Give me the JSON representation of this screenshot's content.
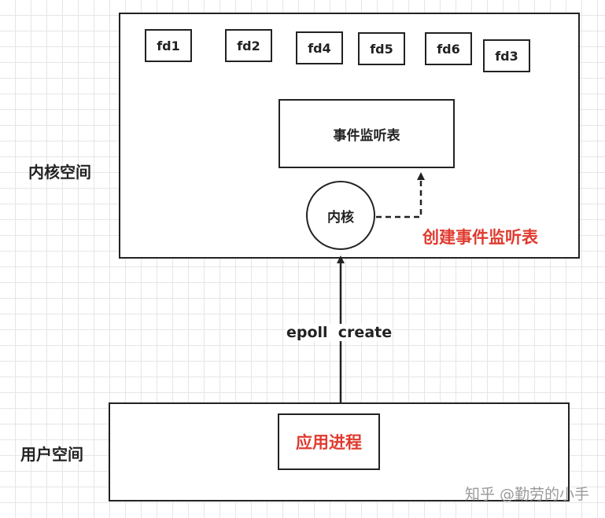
{
  "kernel_space": {
    "label": "内核空间",
    "fds": [
      "fd1",
      "fd2",
      "fd4",
      "fd5",
      "fd6",
      "fd3"
    ],
    "event_table": "事件监听表",
    "kernel": "内核",
    "create_label": "创建事件监听表"
  },
  "syscall": "epoll  create",
  "user_space": {
    "label": "用户空间",
    "process": "应用进程"
  },
  "watermark": "知乎 @勤劳的小手",
  "colors": {
    "accent_red": "#e03a2e",
    "line": "#222222",
    "grid": "#e6e6e6"
  }
}
